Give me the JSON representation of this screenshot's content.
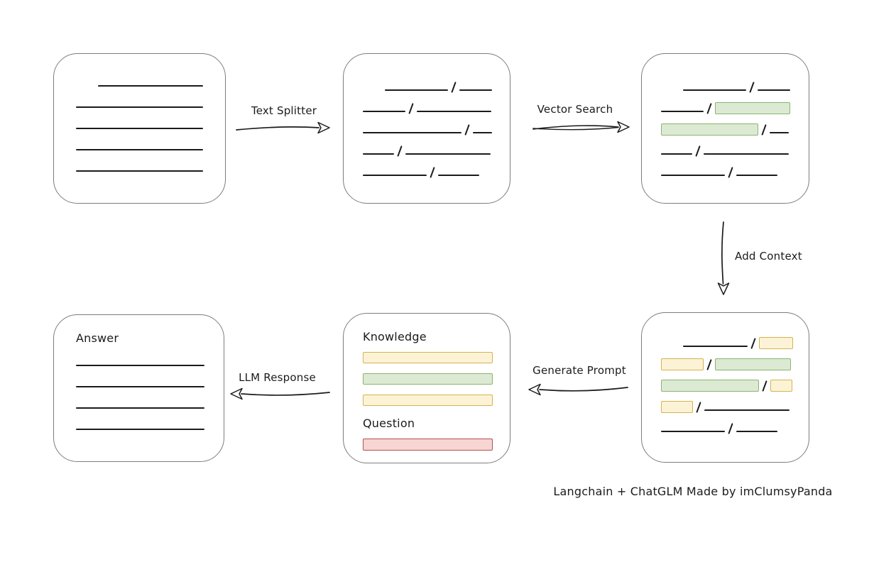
{
  "caption": "Langchain + ChatGLM Made by imClumsyPanda",
  "arrow_labels": {
    "text_splitter": "Text Splitter",
    "vector_search": "Vector Search",
    "add_context": "Add Context",
    "generate_prompt": "Generate Prompt",
    "llm_response": "LLM Response"
  },
  "colors": {
    "line": "#1b1b1b",
    "box_border": "#7d7d7d",
    "green_fill": "#dcead3",
    "green_border": "#8bb36e",
    "yellow_fill": "#fcf3d7",
    "yellow_border": "#d6b34c",
    "red_fill": "#f6d5d3",
    "red_border": "#b2534f"
  },
  "boxes": {
    "document": {
      "description": "source document with plain text lines",
      "rows": [
        [
          {
            "t": "pad",
            "w": 31
          },
          {
            "t": "line",
            "w": 148
          }
        ],
        [
          {
            "t": "line",
            "w": 179
          }
        ],
        [
          {
            "t": "line",
            "w": 179
          }
        ],
        [
          {
            "t": "line",
            "w": 179
          }
        ],
        [
          {
            "t": "line",
            "w": 179
          }
        ]
      ]
    },
    "split_text": {
      "description": "document split into chunks separated by slashes",
      "rows": [
        [
          {
            "t": "pad",
            "w": 31
          },
          {
            "t": "line",
            "w": 89
          },
          {
            "t": "slash"
          },
          {
            "t": "line",
            "w": 46
          }
        ],
        [
          {
            "t": "line",
            "w": 60
          },
          {
            "t": "slash"
          },
          {
            "t": "line",
            "w": 105
          }
        ],
        [
          {
            "t": "line",
            "w": 139
          },
          {
            "t": "slash"
          },
          {
            "t": "line",
            "w": 27
          }
        ],
        [
          {
            "t": "line",
            "w": 44
          },
          {
            "t": "slash"
          },
          {
            "t": "line",
            "w": 120
          }
        ],
        [
          {
            "t": "line",
            "w": 90
          },
          {
            "t": "slash"
          },
          {
            "t": "line",
            "w": 58
          }
        ]
      ]
    },
    "vector_result": {
      "description": "chunks with vector-search matches highlighted green",
      "rows": [
        [
          {
            "t": "pad",
            "w": 31
          },
          {
            "t": "line",
            "w": 89
          },
          {
            "t": "slash"
          },
          {
            "t": "line",
            "w": 46
          }
        ],
        [
          {
            "t": "line",
            "w": 60
          },
          {
            "t": "slash"
          },
          {
            "t": "chip",
            "w": 106,
            "c": "green"
          }
        ],
        [
          {
            "t": "chip",
            "w": 137,
            "c": "green"
          },
          {
            "t": "slash"
          },
          {
            "t": "line",
            "w": 27
          }
        ],
        [
          {
            "t": "line",
            "w": 44
          },
          {
            "t": "slash"
          },
          {
            "t": "line",
            "w": 120
          }
        ],
        [
          {
            "t": "line",
            "w": 90
          },
          {
            "t": "slash"
          },
          {
            "t": "line",
            "w": 58
          }
        ]
      ]
    },
    "context_result": {
      "description": "chunks with added context highlighted yellow around green matches",
      "rows": [
        [
          {
            "t": "pad",
            "w": 31
          },
          {
            "t": "line",
            "w": 91
          },
          {
            "t": "slash"
          },
          {
            "t": "chip",
            "w": 48,
            "c": "yellow"
          }
        ],
        [
          {
            "t": "chip",
            "w": 60,
            "c": "yellow"
          },
          {
            "t": "slash"
          },
          {
            "t": "chip",
            "w": 107,
            "c": "green"
          }
        ],
        [
          {
            "t": "chip",
            "w": 138,
            "c": "green"
          },
          {
            "t": "slash"
          },
          {
            "t": "chip",
            "w": 31,
            "c": "yellow"
          }
        ],
        [
          {
            "t": "chip",
            "w": 45,
            "c": "yellow"
          },
          {
            "t": "slash"
          },
          {
            "t": "line",
            "w": 120
          }
        ],
        [
          {
            "t": "line",
            "w": 90
          },
          {
            "t": "slash"
          },
          {
            "t": "line",
            "w": 58
          }
        ]
      ]
    },
    "knowledge": {
      "title": "Knowledge",
      "bars": [
        "yellow",
        "green",
        "yellow"
      ],
      "question_title": "Question",
      "question_bars": [
        "red"
      ]
    },
    "answer": {
      "title": "Answer",
      "rows": [
        [
          {
            "t": "line",
            "w": 181
          }
        ],
        [
          {
            "t": "line",
            "w": 181
          }
        ],
        [
          {
            "t": "line",
            "w": 181
          }
        ],
        [
          {
            "t": "line",
            "w": 181
          }
        ]
      ]
    }
  }
}
